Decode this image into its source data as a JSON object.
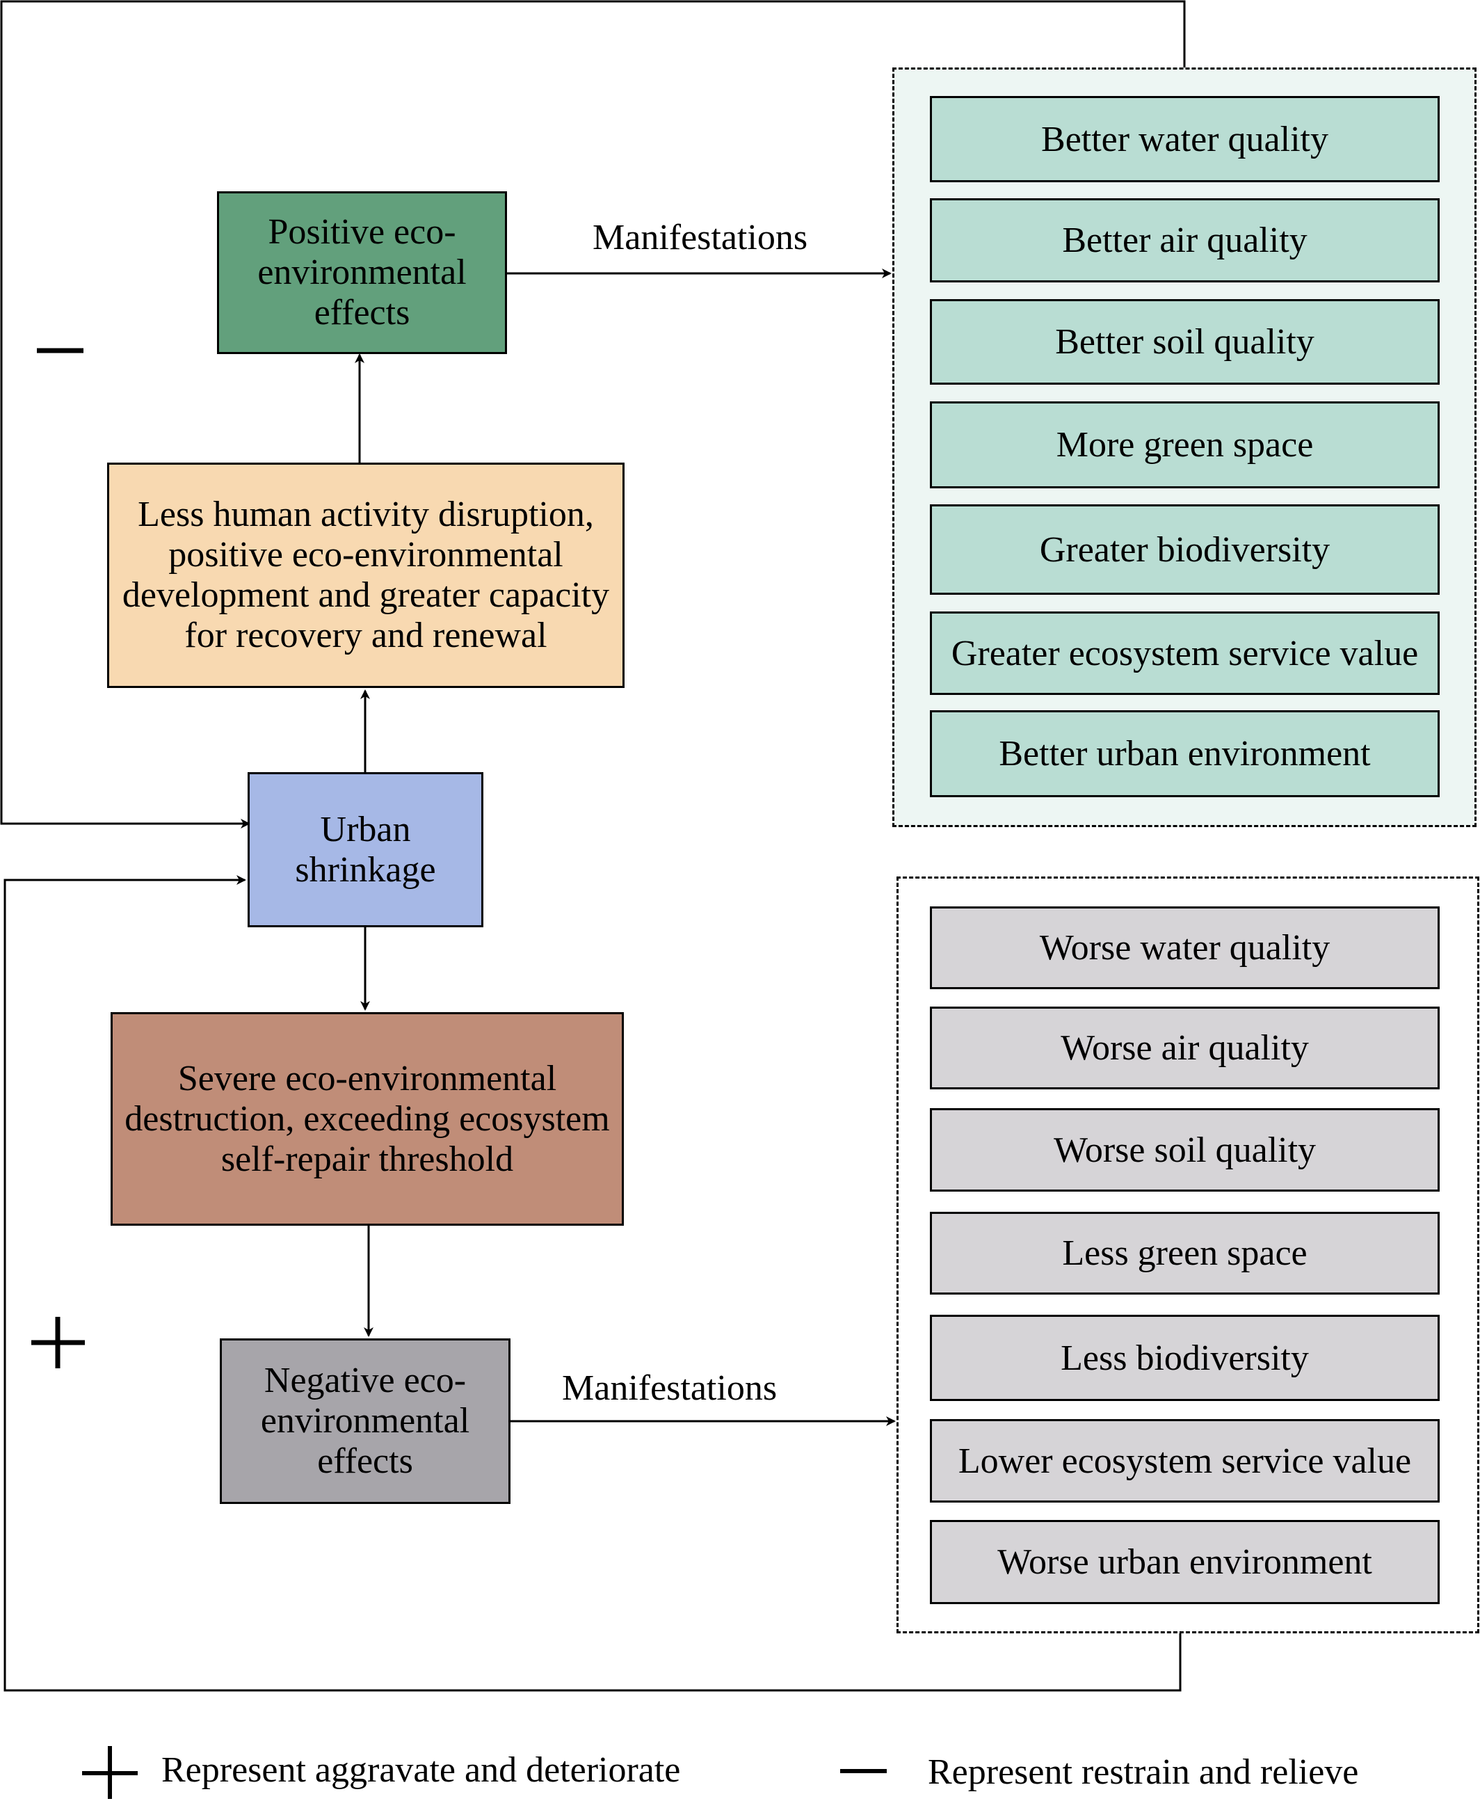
{
  "nodes": {
    "urban_shrinkage": "Urban shrinkage",
    "less_disruption": "Less human activity disruption, positive eco-environmental development and greater capacity for recovery and renewal",
    "positive_effects": "Positive eco-environmental effects",
    "severe_destruction": "Severe eco-environmental destruction, exceeding ecosystem self-repair threshold",
    "negative_effects": "Negative eco-environmental effects"
  },
  "edges": {
    "positive_manifestations": "Manifestations",
    "negative_manifestations": "Manifestations"
  },
  "positive_manifestations": [
    "Better water quality",
    "Better air quality",
    "Better soil quality",
    "More green space",
    "Greater biodiversity",
    "Greater ecosystem service value",
    "Better urban environment"
  ],
  "negative_manifestations": [
    "Worse water quality",
    "Worse air quality",
    "Worse soil quality",
    "Less green space",
    "Less biodiversity",
    "Lower ecosystem service value",
    "Worse urban environment"
  ],
  "loop_signs": {
    "top": "−",
    "bottom": "+"
  },
  "legend": {
    "plus_symbol": "+",
    "plus_text": "Represent aggravate and deteriorate",
    "minus_symbol": "−",
    "minus_text": "Represent restrain and relieve"
  },
  "colors": {
    "positive_effects": "#62a07c",
    "less_disruption": "#f8d9b1",
    "urban_shrinkage": "#a6b8e6",
    "severe_destruction": "#c08d78",
    "negative_effects": "#a7a5aa",
    "positive_item": "#b9ddd3",
    "negative_item": "#d6d4d7",
    "positive_group_bg": "#edf6f3"
  }
}
